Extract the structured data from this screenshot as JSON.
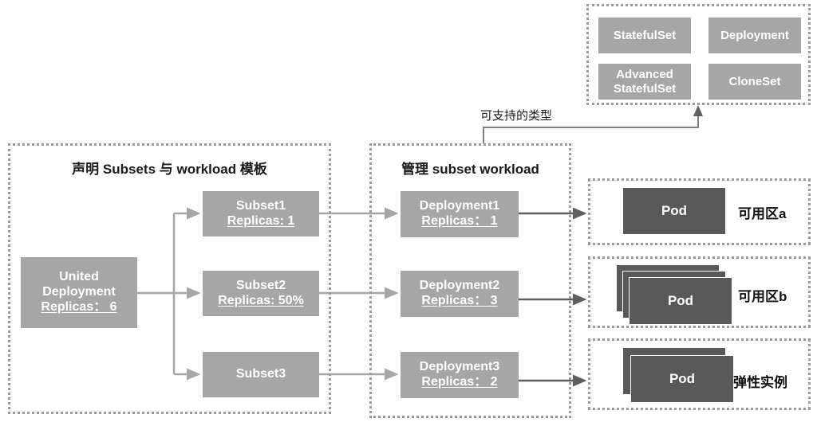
{
  "diagram": {
    "title_left": "声明 Subsets 与 workload 模板",
    "title_middle": "管理 subset workload",
    "annotation_supported_types": "可支持的类型",
    "colors": {
      "box_fill": "#a6a6a6",
      "pod_fill": "#595959",
      "dashed_border": "#9a9a9a",
      "arrow_light": "#a6a6a6",
      "arrow_dark": "#595959",
      "text_on_box": "#ffffff",
      "text_dark": "#1a1a1a"
    },
    "types_panel": {
      "chips": [
        {
          "label": "StatefulSet"
        },
        {
          "label": "Deployment"
        },
        {
          "label_line1": "Advanced",
          "label_line2": "StatefulSet"
        },
        {
          "label": "CloneSet"
        }
      ]
    },
    "root": {
      "line1": "United",
      "line2": "Deployment",
      "line3": "Replicas： 6"
    },
    "subsets": [
      {
        "name": "Subset1",
        "replicas": "Replicas: 1"
      },
      {
        "name": "Subset2",
        "replicas": "Replicas: 50%"
      },
      {
        "name": "Subset3",
        "replicas": ""
      }
    ],
    "deployments": [
      {
        "name": "Deployment1",
        "replicas": "Replicas： 1"
      },
      {
        "name": "Deployment2",
        "replicas": "Replicas： 3"
      },
      {
        "name": "Deployment3",
        "replicas": "Replicas： 2"
      }
    ],
    "pod_groups": [
      {
        "zone": "可用区a",
        "pod_label": "Pod",
        "count": 1
      },
      {
        "zone": "可用区b",
        "pod_label": "Pod",
        "count": 3
      },
      {
        "zone": "弹性实例",
        "pod_label": "Pod",
        "count": 2
      }
    ]
  }
}
